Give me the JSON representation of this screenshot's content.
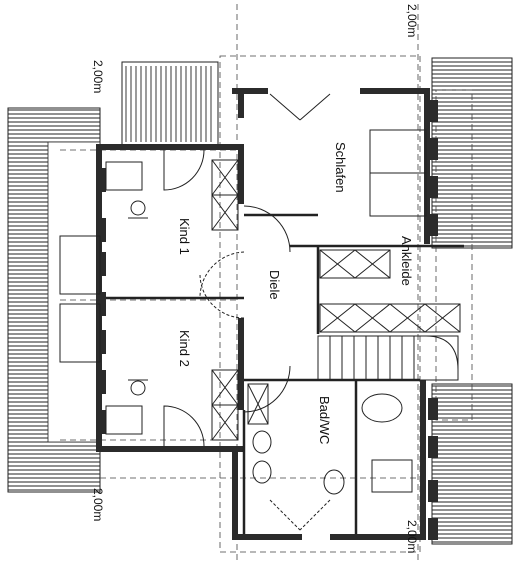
{
  "plan": {
    "rooms": {
      "schlafen": "Schlafen",
      "ankleide": "Ankleide",
      "kind1": "Kind 1",
      "diele": "Diele",
      "kind2": "Kind 2",
      "bad_wc": "Bad/WC"
    },
    "dimensions": {
      "top_right": "2,00m",
      "left_top": "2,00m",
      "left_bottom": "2,00m",
      "bottom_right": "2,00m"
    }
  }
}
